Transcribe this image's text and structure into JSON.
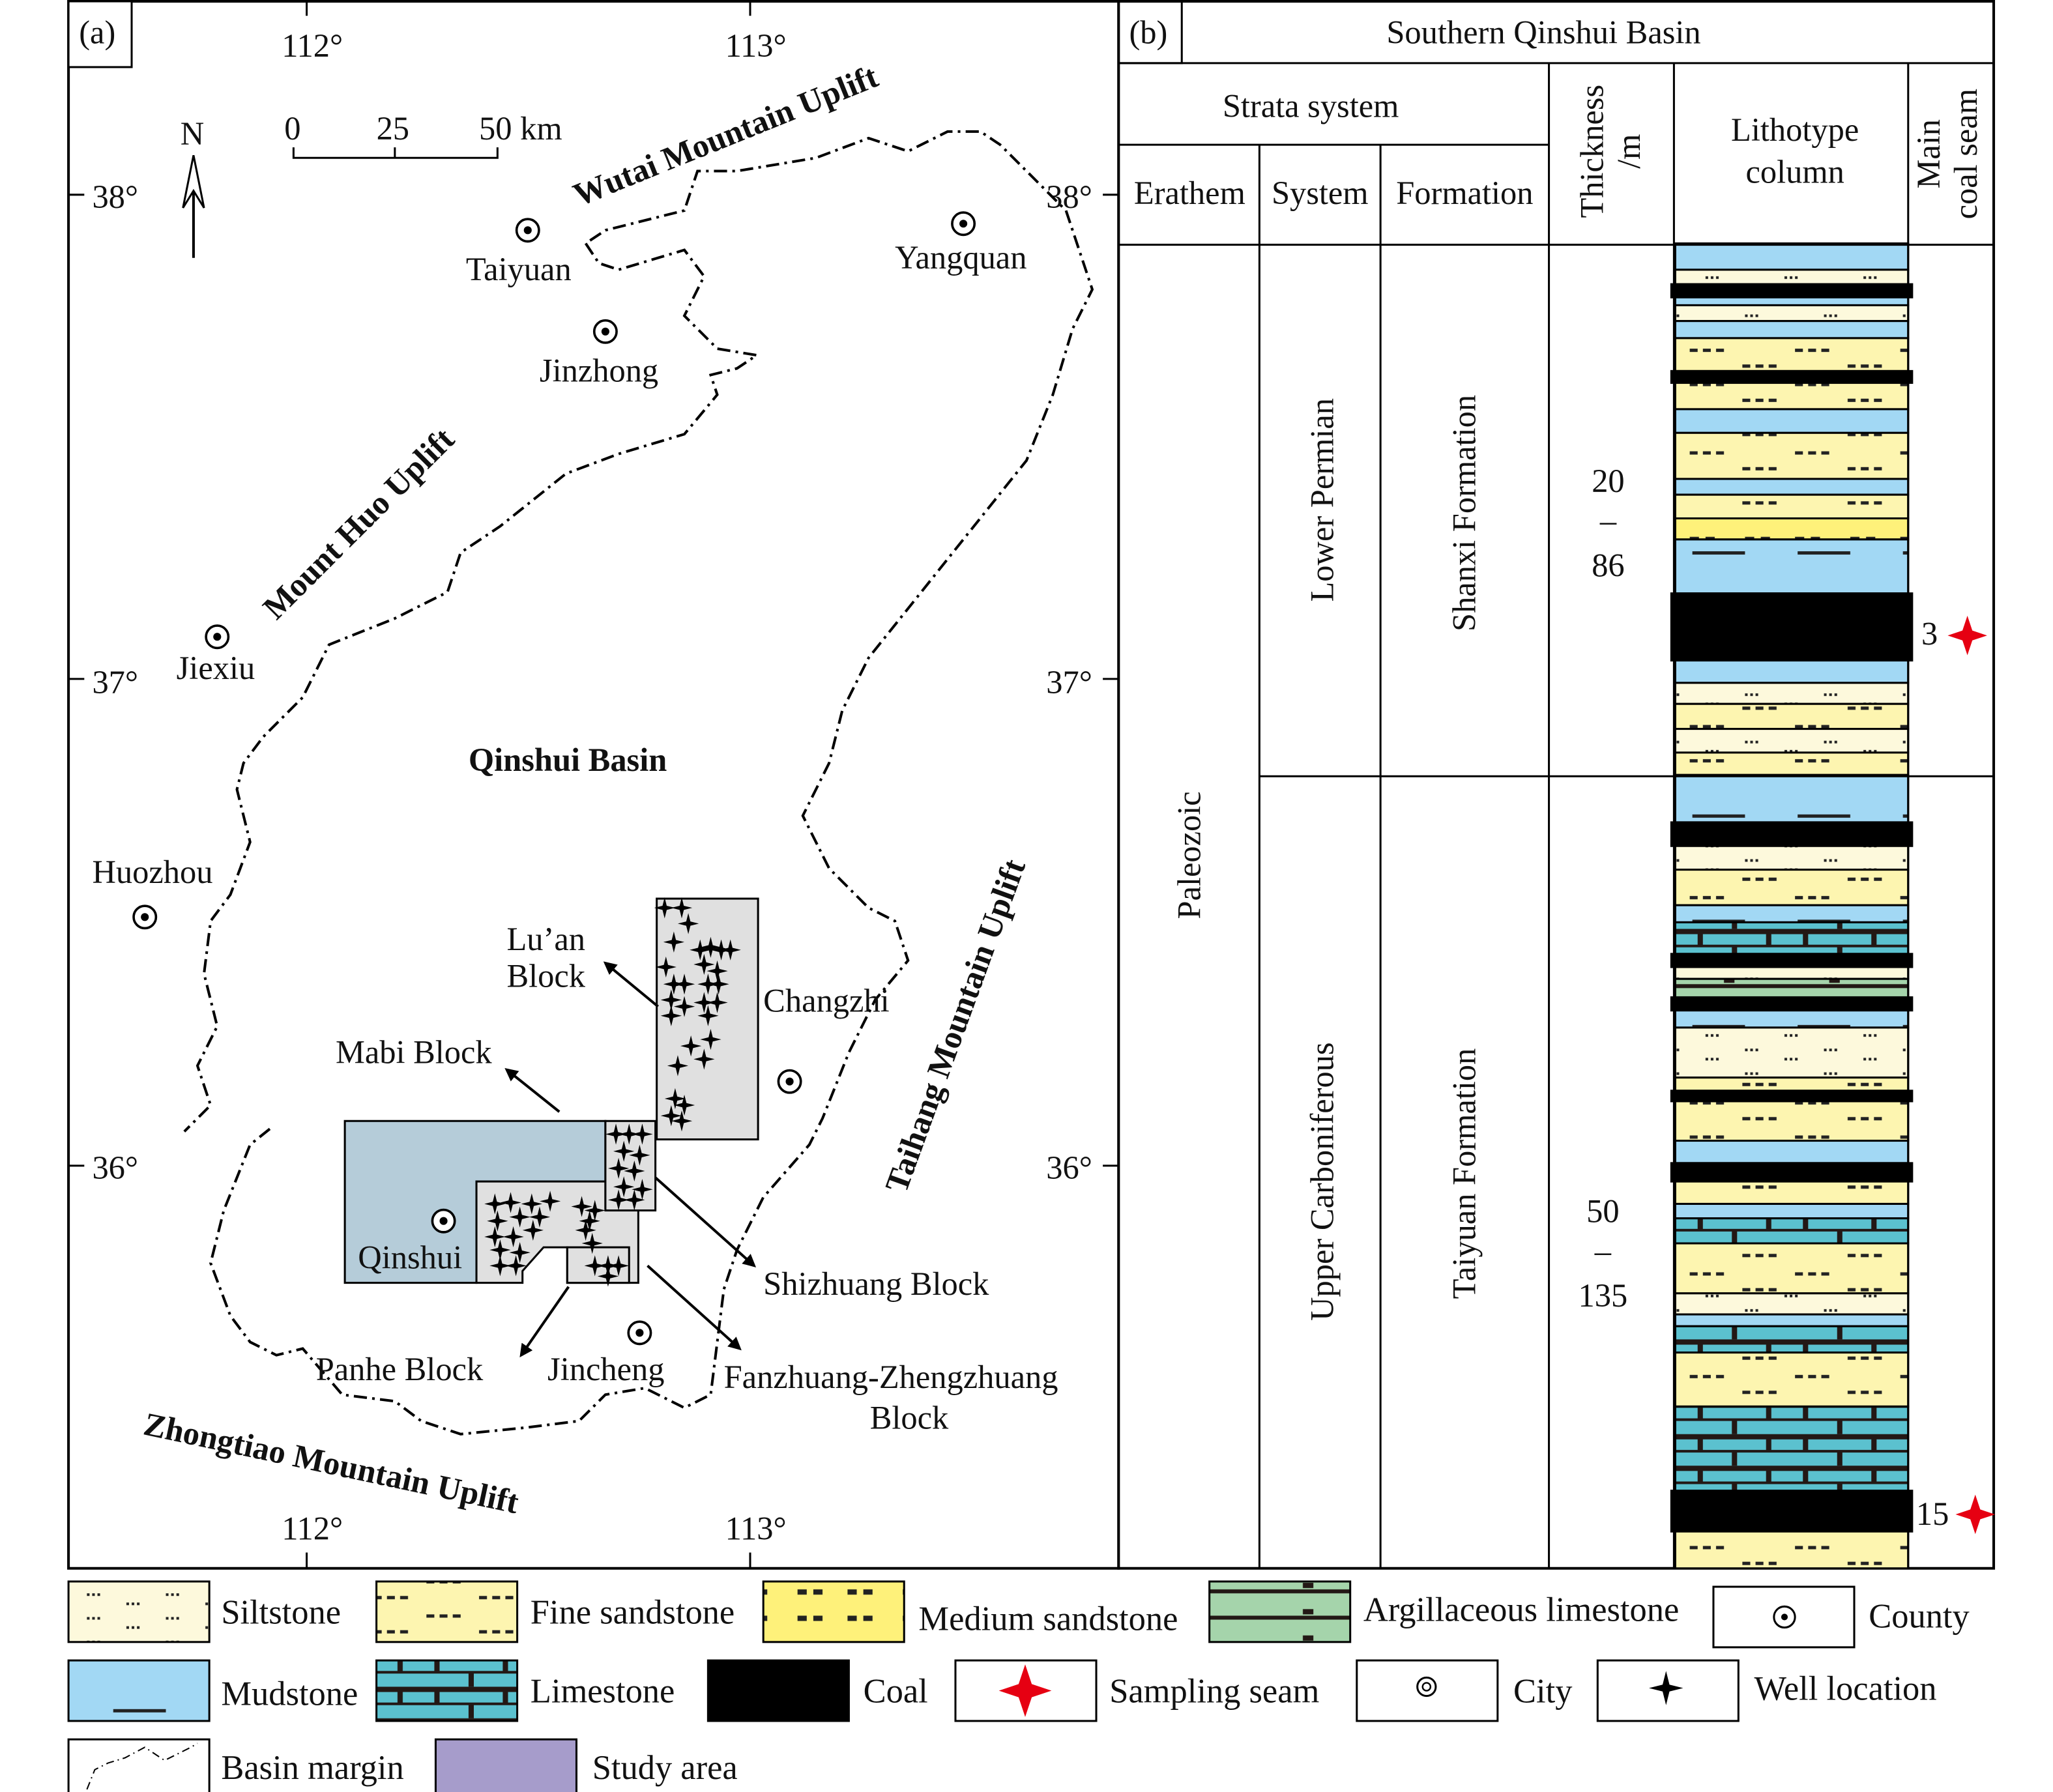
{
  "panel_a": {
    "label": "(a)",
    "lon_ticks": [
      "112°",
      "113°"
    ],
    "lat_ticks": [
      "38°",
      "37°",
      "36°"
    ],
    "north": "N",
    "scale": [
      "0",
      "25",
      "50 km"
    ],
    "uplifts": {
      "wutai": "Wutai Mountain Uplift",
      "mount_huo": "Mount Huo Uplift",
      "taihang": "Taihang Mountain Uplift",
      "zhongtiao": "Zhongtiao Mountain Uplift"
    },
    "basin": "Qinshui Basin",
    "cities": {
      "taiyuan": "Taiyuan",
      "jinzhong": "Jinzhong",
      "yangquan": "Yangquan",
      "jiexiu": "Jiexiu",
      "huozhou": "Huozhou",
      "changzhi": "Changzhi",
      "qinshui": "Qinshui",
      "jincheng": "Jincheng"
    },
    "blocks": {
      "luan_1": "Lu’an",
      "luan_2": "Block",
      "mabi": "Mabi Block",
      "shizhuang": "Shizhuang Block",
      "panhe": "Panhe Block",
      "fanzhuang_1": "Fanzhuang-Zhengzhuang",
      "fanzhuang_2": "Block"
    }
  },
  "panel_b": {
    "label": "(b)",
    "title": "Southern Qinshui Basin",
    "strata_system": "Strata system",
    "erathem": "Erathem",
    "system": "System",
    "formation": "Formation",
    "thickness_1": "Thickness",
    "thickness_2": "/m",
    "lithotype_1": "Lithotype",
    "lithotype_2": "column",
    "main_seam_1": "Main",
    "main_seam_2": "coal seam",
    "paleozoic": "Paleozoic",
    "lower_permian": "Lower Permian",
    "upper_carboniferous": "Upper Carboniferous",
    "shanxi": "Shanxi Formation",
    "taiyuan": "Taiyuan Formation",
    "shanxi_thickness": [
      "20",
      "–",
      "86"
    ],
    "taiyuan_thickness": [
      "50",
      "–",
      "135"
    ],
    "seams": [
      "3",
      "15"
    ],
    "lithology_sequence": [
      "mudstone",
      "siltstone",
      "coal",
      "mudstone",
      "siltstone",
      "mudstone",
      "fine_sandstone",
      "coal",
      "fine_sandstone",
      "mudstone",
      "fine_sandstone",
      "mudstone",
      "fine_sandstone",
      "medium_sandstone",
      "mudstone",
      "coal",
      "mudstone",
      "siltstone",
      "fine_sandstone",
      "siltstone",
      "fine_sandstone",
      "mudstone",
      "coal",
      "siltstone",
      "fine_sandstone",
      "mudstone",
      "limestone",
      "coal",
      "siltstone",
      "argillaceous_limestone",
      "coal",
      "mudstone",
      "siltstone",
      "fine_sandstone",
      "coal",
      "fine_sandstone",
      "mudstone",
      "coal",
      "fine_sandstone",
      "mudstone",
      "limestone",
      "fine_sandstone",
      "siltstone",
      "mudstone",
      "limestone",
      "fine_sandstone",
      "limestone",
      "coal",
      "fine_sandstone"
    ]
  },
  "legend": {
    "siltstone": "Siltstone",
    "fine_sandstone": "Fine sandstone",
    "medium_sandstone": "Medium sandstone",
    "argillaceous_limestone": "Argillaceous limestone",
    "county": "County",
    "mudstone": "Mudstone",
    "limestone": "Limestone",
    "coal": "Coal",
    "sampling_seam": "Sampling seam",
    "city": "City",
    "well_location": "Well location",
    "basin_margin": "Basin margin",
    "study_area": "Study area"
  },
  "colors": {
    "siltstone": "#fdf9dc",
    "fine_sandstone": "#fdf5b0",
    "medium_sandstone": "#fef17a",
    "mudstone": "#a2d8f4",
    "limestone": "#5bc1cf",
    "argillaceous_limestone": "#a5d4ab",
    "coal": "#000000",
    "sampling_seam": "#e60012",
    "mabi_block": "#b5ccd9",
    "block_fill": "#e0e0e0",
    "study_area": "#a69ccb"
  }
}
